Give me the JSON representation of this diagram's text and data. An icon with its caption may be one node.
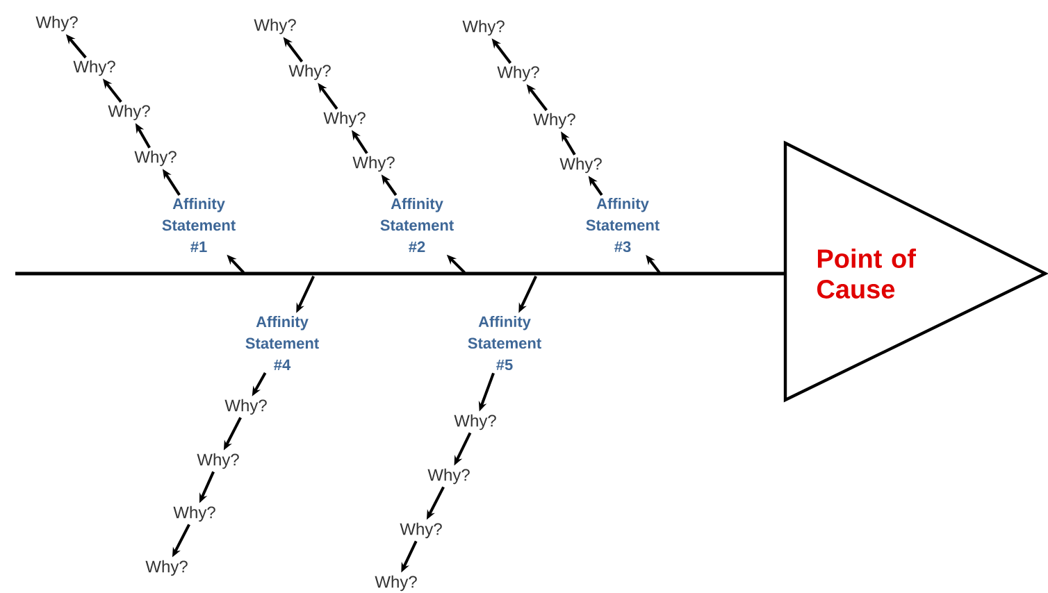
{
  "diagram": {
    "nodes": [
      {
        "text": [
          "Affinity Statement #1"
        ]
      },
      {
        "text": [
          "Why?"
        ]
      },
      {
        "text": [
          "Why?"
        ]
      },
      {
        "text": [
          "Why?"
        ]
      },
      {
        "text": [
          "Why?"
        ]
      },
      {
        "text": [
          "Affinity Statement #2"
        ]
      },
      {
        "text": [
          "Why?"
        ]
      },
      {
        "text": [
          "Why?"
        ]
      },
      {
        "text": [
          "Why?"
        ]
      },
      {
        "text": [
          "Why?"
        ]
      },
      {
        "text": [
          "Affinity Statement #3"
        ]
      },
      {
        "text": [
          "Why?"
        ]
      },
      {
        "text": [
          "Why?"
        ]
      },
      {
        "text": [
          "Why?"
        ]
      },
      {
        "text": [
          "Why?"
        ]
      },
      {
        "text": [
          "Affinity Statement #4"
        ]
      },
      {
        "text": [
          "Why?"
        ]
      },
      {
        "text": [
          "Why?"
        ]
      },
      {
        "text": [
          "Why?"
        ]
      },
      {
        "text": [
          "Why?"
        ]
      },
      {
        "text": [
          "Affinity Statement #5"
        ]
      },
      {
        "text": [
          "Why?"
        ]
      },
      {
        "text": [
          "Why?"
        ]
      },
      {
        "text": [
          "Why?"
        ]
      },
      {
        "text": [
          "Why?"
        ]
      },
      {
        "text": [
          "Point of Cause"
        ]
      }
    ],
    "edges": [
      {
        "from": null,
        "to": 25,
        "arrow": "none"
      },
      {
        "from": null,
        "to": 0,
        "arrow": "to"
      },
      {
        "from": 0,
        "to": 1,
        "arrow": "to"
      },
      {
        "from": 1,
        "to": 2,
        "arrow": "to"
      },
      {
        "from": 2,
        "to": 3,
        "arrow": "to"
      },
      {
        "from": 3,
        "to": 4,
        "arrow": "to"
      },
      {
        "from": null,
        "to": 5,
        "arrow": "to"
      },
      {
        "from": 5,
        "to": 6,
        "arrow": "to"
      },
      {
        "from": 6,
        "to": 7,
        "arrow": "to"
      },
      {
        "from": 7,
        "to": 8,
        "arrow": "to"
      },
      {
        "from": 8,
        "to": 9,
        "arrow": "to"
      },
      {
        "from": null,
        "to": 10,
        "arrow": "to"
      },
      {
        "from": 10,
        "to": 11,
        "arrow": "to"
      },
      {
        "from": 11,
        "to": 12,
        "arrow": "to"
      },
      {
        "from": 12,
        "to": 13,
        "arrow": "to"
      },
      {
        "from": 13,
        "to": 14,
        "arrow": "to"
      },
      {
        "from": null,
        "to": 15,
        "arrow": "to"
      },
      {
        "from": 15,
        "to": 16,
        "arrow": "to"
      },
      {
        "from": 16,
        "to": 17,
        "arrow": "to"
      },
      {
        "from": 17,
        "to": 18,
        "arrow": "to"
      },
      {
        "from": 18,
        "to": 19,
        "arrow": "to"
      },
      {
        "from": null,
        "to": 20,
        "arrow": "to"
      },
      {
        "from": 20,
        "to": 21,
        "arrow": "to"
      },
      {
        "from": 21,
        "to": 22,
        "arrow": "to"
      },
      {
        "from": 22,
        "to": 23,
        "arrow": "to"
      },
      {
        "from": 23,
        "to": 24,
        "arrow": "to"
      }
    ]
  }
}
